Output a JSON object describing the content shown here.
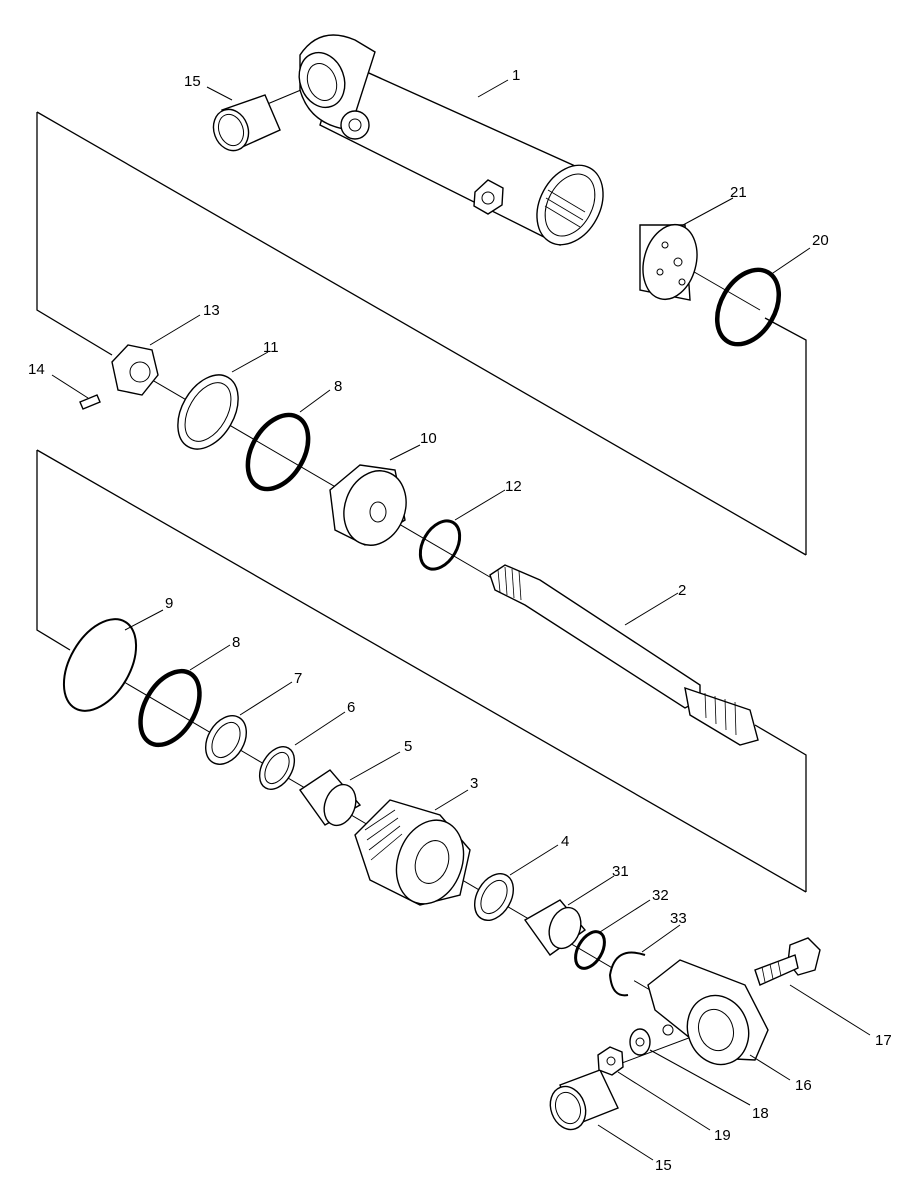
{
  "callouts": [
    {
      "id": "c1",
      "text": "1"
    },
    {
      "id": "c2",
      "text": "2"
    },
    {
      "id": "c3",
      "text": "3"
    },
    {
      "id": "c4",
      "text": "4"
    },
    {
      "id": "c5",
      "text": "5"
    },
    {
      "id": "c6",
      "text": "6"
    },
    {
      "id": "c7",
      "text": "7"
    },
    {
      "id": "c8a",
      "text": "8"
    },
    {
      "id": "c8b",
      "text": "8"
    },
    {
      "id": "c9",
      "text": "9"
    },
    {
      "id": "c10",
      "text": "10"
    },
    {
      "id": "c11",
      "text": "11"
    },
    {
      "id": "c12",
      "text": "12"
    },
    {
      "id": "c13",
      "text": "13"
    },
    {
      "id": "c14",
      "text": "14"
    },
    {
      "id": "c15a",
      "text": "15"
    },
    {
      "id": "c15b",
      "text": "15"
    },
    {
      "id": "c16",
      "text": "16"
    },
    {
      "id": "c17",
      "text": "17"
    },
    {
      "id": "c18",
      "text": "18"
    },
    {
      "id": "c19",
      "text": "19"
    },
    {
      "id": "c20",
      "text": "20"
    },
    {
      "id": "c21",
      "text": "21"
    },
    {
      "id": "c31",
      "text": "31"
    },
    {
      "id": "c32",
      "text": "32"
    },
    {
      "id": "c33",
      "text": "33"
    }
  ]
}
